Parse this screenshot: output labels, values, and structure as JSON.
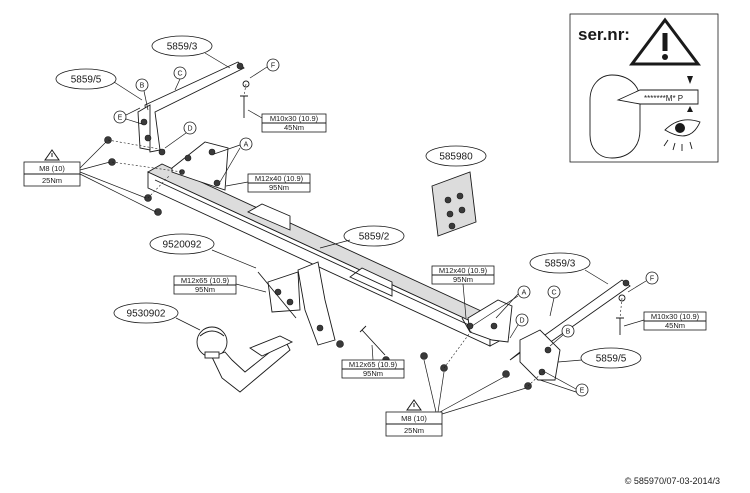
{
  "parts": {
    "arm_top": "5859/3",
    "bracket_top": "5859/5",
    "crossbar": "5859/2",
    "arm_right": "5859/3",
    "bracket_right": "5859/5",
    "electric_kit": "585980",
    "bolt_set": "9520092",
    "towball": "9530902"
  },
  "letters": {
    "a": "A",
    "b": "B",
    "c": "C",
    "d": "D",
    "e": "E",
    "f": "F"
  },
  "specs": {
    "m10_left_1": "M10x30 (10.9)",
    "m10_left_2": "45Nm",
    "m12_top_1": "M12x40 (10.9)",
    "m12_top_2": "95Nm",
    "m12_ball_1": "M12x65 (10.9)",
    "m12_ball_2": "95Nm",
    "m12_mid_1": "M12x40 (10.9)",
    "m12_mid_2": "95Nm",
    "m10_right_1": "M10x30 (10.9)",
    "m10_right_2": "45Nm",
    "m12_low_1": "M12x65 (10.9)",
    "m12_low_2": "95Nm",
    "m8_left_1": "M8 (10)",
    "m8_left_2": "25Nm",
    "m8_bottom_1": "M8 (10)",
    "m8_bottom_2": "25Nm"
  },
  "serial": {
    "title": "ser.nr:",
    "plate_text": "*******M* P"
  },
  "copyright": "© 585970/07-03-2014/3"
}
